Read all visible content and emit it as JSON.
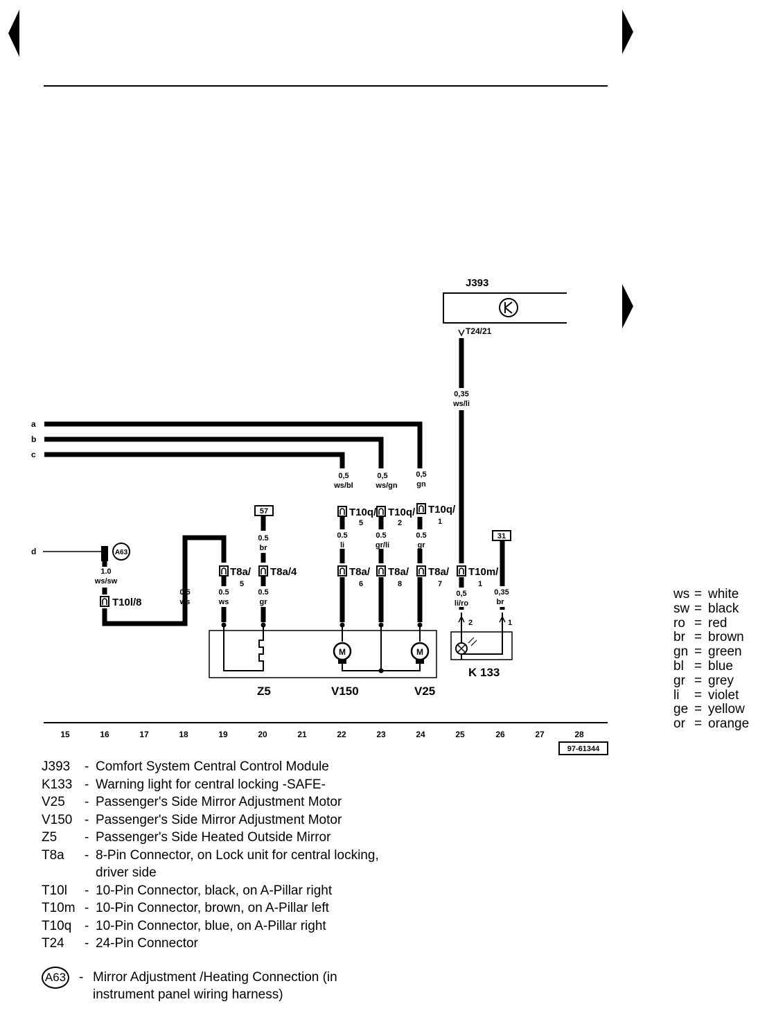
{
  "diagram": {
    "inputs": [
      "a",
      "b",
      "c",
      "d"
    ],
    "control_module": {
      "label": "J393",
      "pin": "T24/21"
    },
    "wires": {
      "module_out": [
        "0,35",
        "ws/li"
      ],
      "a_top": [
        "0,5",
        "gn"
      ],
      "b_top": [
        "0,5",
        "ws/gn"
      ],
      "c_top": [
        "0,5",
        "ws/bl"
      ],
      "a_mid": [
        "0.5",
        "gr"
      ],
      "b_mid": [
        "0.5",
        "gr/li"
      ],
      "c_mid": [
        "0.5",
        "li"
      ],
      "a63_out": [
        "1.0",
        "ws/sw"
      ],
      "loop_ws": [
        "0.5",
        "ws"
      ],
      "z5_ws": [
        "0.5",
        "ws"
      ],
      "z5_gr": [
        "0.5",
        "gr"
      ],
      "ground57": [
        "0.5",
        "br"
      ],
      "k133_pos": [
        "0,5",
        "li/ro"
      ],
      "k133_gnd": [
        "0,35",
        "br"
      ]
    },
    "connectors": {
      "t10q_5": [
        "T10q/",
        "5"
      ],
      "t10q_2": [
        "T10q/",
        "2"
      ],
      "t10q_1": [
        "T10q/",
        "1"
      ],
      "t8a_5": [
        "T8a/",
        "5"
      ],
      "t8a_4": "T8a/4",
      "t8a_6": [
        "T8a/",
        "6"
      ],
      "t8a_8": [
        "T8a/",
        "8"
      ],
      "t8a_7": [
        "T8a/",
        "7"
      ],
      "t10m_1": [
        "T10m/",
        "1"
      ],
      "t10l_8": "T10l/8"
    },
    "ground_57": "57",
    "ground_31": "31",
    "a63": "A63",
    "motor_symbol": "M",
    "k133_pins": [
      "2",
      "1"
    ],
    "components": {
      "z5": "Z5",
      "v150": "V150",
      "v25": "V25",
      "k133": "K 133"
    },
    "track_numbers": [
      "15",
      "16",
      "17",
      "18",
      "19",
      "20",
      "21",
      "22",
      "23",
      "24",
      "25",
      "26",
      "27",
      "28"
    ],
    "drawing_number": "97-61344"
  },
  "legend": [
    {
      "code": "J393",
      "dash": "-",
      "text": "Comfort System Central Control Module"
    },
    {
      "code": "K133",
      "dash": "-",
      "text": "Warning light for central locking -SAFE-"
    },
    {
      "code": "V25",
      "dash": "-",
      "text": "Passenger's Side Mirror Adjustment Motor"
    },
    {
      "code": "V150",
      "dash": "-",
      "text": "Passenger's Side Mirror Adjustment Motor"
    },
    {
      "code": "Z5",
      "dash": "-",
      "text": "Passenger's Side Heated Outside Mirror"
    },
    {
      "code": "T8a",
      "dash": "-",
      "text": "8-Pin Connector, on Lock unit for central locking, driver side"
    },
    {
      "code": "T10l",
      "dash": "-",
      "text": "10-Pin Connector, black, on A-Pillar right"
    },
    {
      "code": "T10m",
      "dash": "-",
      "text": "10-Pin Connector, brown, on A-Pillar left"
    },
    {
      "code": "T10q",
      "dash": "-",
      "text": "10-Pin Connector, blue, on A-Pillar right"
    },
    {
      "code": "T24",
      "dash": "-",
      "text": "24-Pin Connector"
    }
  ],
  "legend_a63": {
    "code": "A63",
    "dash": "-",
    "text": "Mirror Adjustment /Heating Connection (in instrument panel wiring harness)"
  },
  "color_codes": [
    {
      "abbr": "ws",
      "eq": "=",
      "name": "white"
    },
    {
      "abbr": "sw",
      "eq": "=",
      "name": "black"
    },
    {
      "abbr": "ro",
      "eq": "=",
      "name": "red"
    },
    {
      "abbr": "br",
      "eq": "=",
      "name": "brown"
    },
    {
      "abbr": "gn",
      "eq": "=",
      "name": "green"
    },
    {
      "abbr": "bl",
      "eq": "=",
      "name": "blue"
    },
    {
      "abbr": "gr",
      "eq": "=",
      "name": "grey"
    },
    {
      "abbr": "li",
      "eq": "=",
      "name": "violet"
    },
    {
      "abbr": "ge",
      "eq": "=",
      "name": "yellow"
    },
    {
      "abbr": "or",
      "eq": "=",
      "name": "orange"
    }
  ]
}
